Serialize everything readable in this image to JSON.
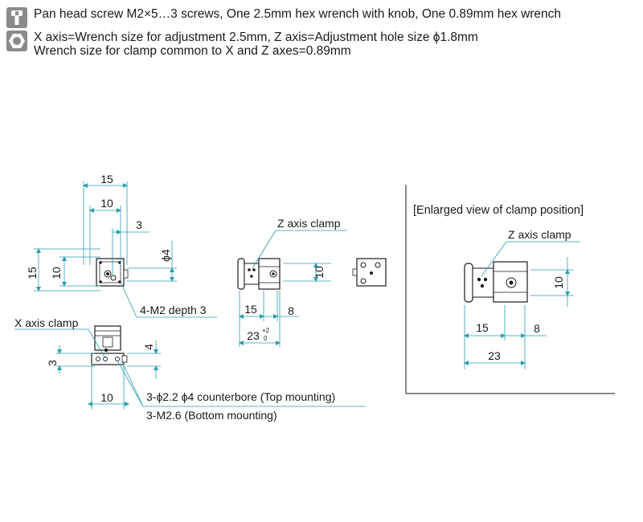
{
  "notes": {
    "accessories": "Pan head screw M2×5…3 screws, One 2.5mm hex wrench with knob, One 0.89mm hex wrench",
    "adjustment_line1": "X axis=Wrench size for adjustment 2.5mm, Z axis=Adjustment hole size ϕ1.8mm",
    "adjustment_line2": "Wrench size for clamp common to X and Z axes=0.89mm",
    "accessories_icon": "screw-icon",
    "adjustment_icon": "hex-nut-icon"
  },
  "top_view": {
    "dim_width_outer": "15",
    "dim_width_inner": "10",
    "dim_offset": "3",
    "dim_height_outer": "15",
    "dim_height_inner": "10",
    "dim_hole_dia": "ϕ4",
    "tapped_holes": "4-M2 depth 3"
  },
  "front_view": {
    "x_clamp_label": "X axis clamp",
    "dim_left_height": "3",
    "dim_right_height": "4",
    "dim_bottom_width": "10",
    "counterbore_note": "3-ϕ2.2 ϕ4 counterbore (Top mounting)",
    "bottom_mount_note": "3-M2.6 (Bottom mounting)"
  },
  "side_view": {
    "z_clamp_label": "Z axis clamp",
    "dim_height": "10",
    "dim_left": "15",
    "dim_right": "8",
    "dim_total": "23",
    "tol_plus": "+2",
    "tol_minus": "0"
  },
  "enlarged": {
    "title": "[Enlarged view of clamp position]",
    "z_clamp_label": "Z axis clamp",
    "dim_height": "10",
    "dim_left": "15",
    "dim_right": "8",
    "dim_total": "23"
  },
  "colors": {
    "dimension_line": "#2a9db0",
    "outline": "#1a1a1a",
    "icon": "#8a8a8a"
  }
}
